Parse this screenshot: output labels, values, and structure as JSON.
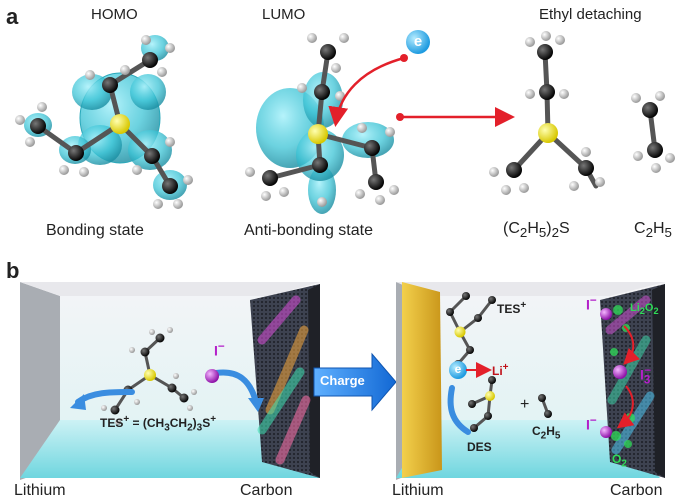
{
  "panel_a": {
    "letter": "a",
    "titles": {
      "homo": "HOMO",
      "lumo": "LUMO",
      "ethyl": "Ethyl detaching"
    },
    "captions": {
      "bonding": "Bonding state",
      "antibonding": "Anti-bonding state"
    },
    "products": {
      "des": {
        "main": "(C",
        "sub1": "2",
        "mid": "H",
        "sub2": "5",
        "close": ")",
        "sub3": "2",
        "tail": "S"
      },
      "ethyl": {
        "main": "C",
        "sub1": "2",
        "mid": "H",
        "sub2": "5"
      }
    },
    "electron": "e"
  },
  "panel_b": {
    "letter": "b",
    "left": {
      "formula": {
        "pre": "TES",
        "sup": "+",
        "eq": " = (CH",
        "s1": "3",
        "m": "CH",
        "s2": "2",
        "c": ")",
        "s3": "3",
        "tail": "S",
        "sup2": "+"
      },
      "iodide": {
        "text": "I",
        "sup": "−"
      },
      "labels": {
        "lithium": "Lithium",
        "carbon": "Carbon"
      }
    },
    "charge_label": "Charge",
    "right": {
      "tes": {
        "text": "TES",
        "sup": "+"
      },
      "electron": "e",
      "li": {
        "text": "Li",
        "sup": "+"
      },
      "plus": "+",
      "des": "DES",
      "ethyl": {
        "text": "C",
        "sub1": "2",
        "mid": "H",
        "sub2": "5"
      },
      "iodide_top": {
        "text": "I",
        "sup": "−"
      },
      "iodide_bottom": {
        "text": "I",
        "sup": "−"
      },
      "triiodide": {
        "text": "I",
        "sub": "3",
        "sup": "−"
      },
      "li2o2": {
        "text": "Li",
        "sub1": "2",
        "mid": "O",
        "sub2": "2"
      },
      "o2": {
        "text": "O",
        "sub": "2"
      },
      "labels": {
        "lithium": "Lithium",
        "carbon": "Carbon"
      }
    }
  },
  "colors": {
    "orbital": "#3cc4d6",
    "sulfur": "#f2e600",
    "carbon_atom": "#1a1a1a",
    "hydrogen": "#e0e0e0",
    "arrow_red": "#e3202a",
    "arrow_blue": "#3a8de0",
    "iodine": "#c03ad6",
    "oxygen_green": "#2fdc58",
    "lithium_foil": "#e2b72a"
  }
}
